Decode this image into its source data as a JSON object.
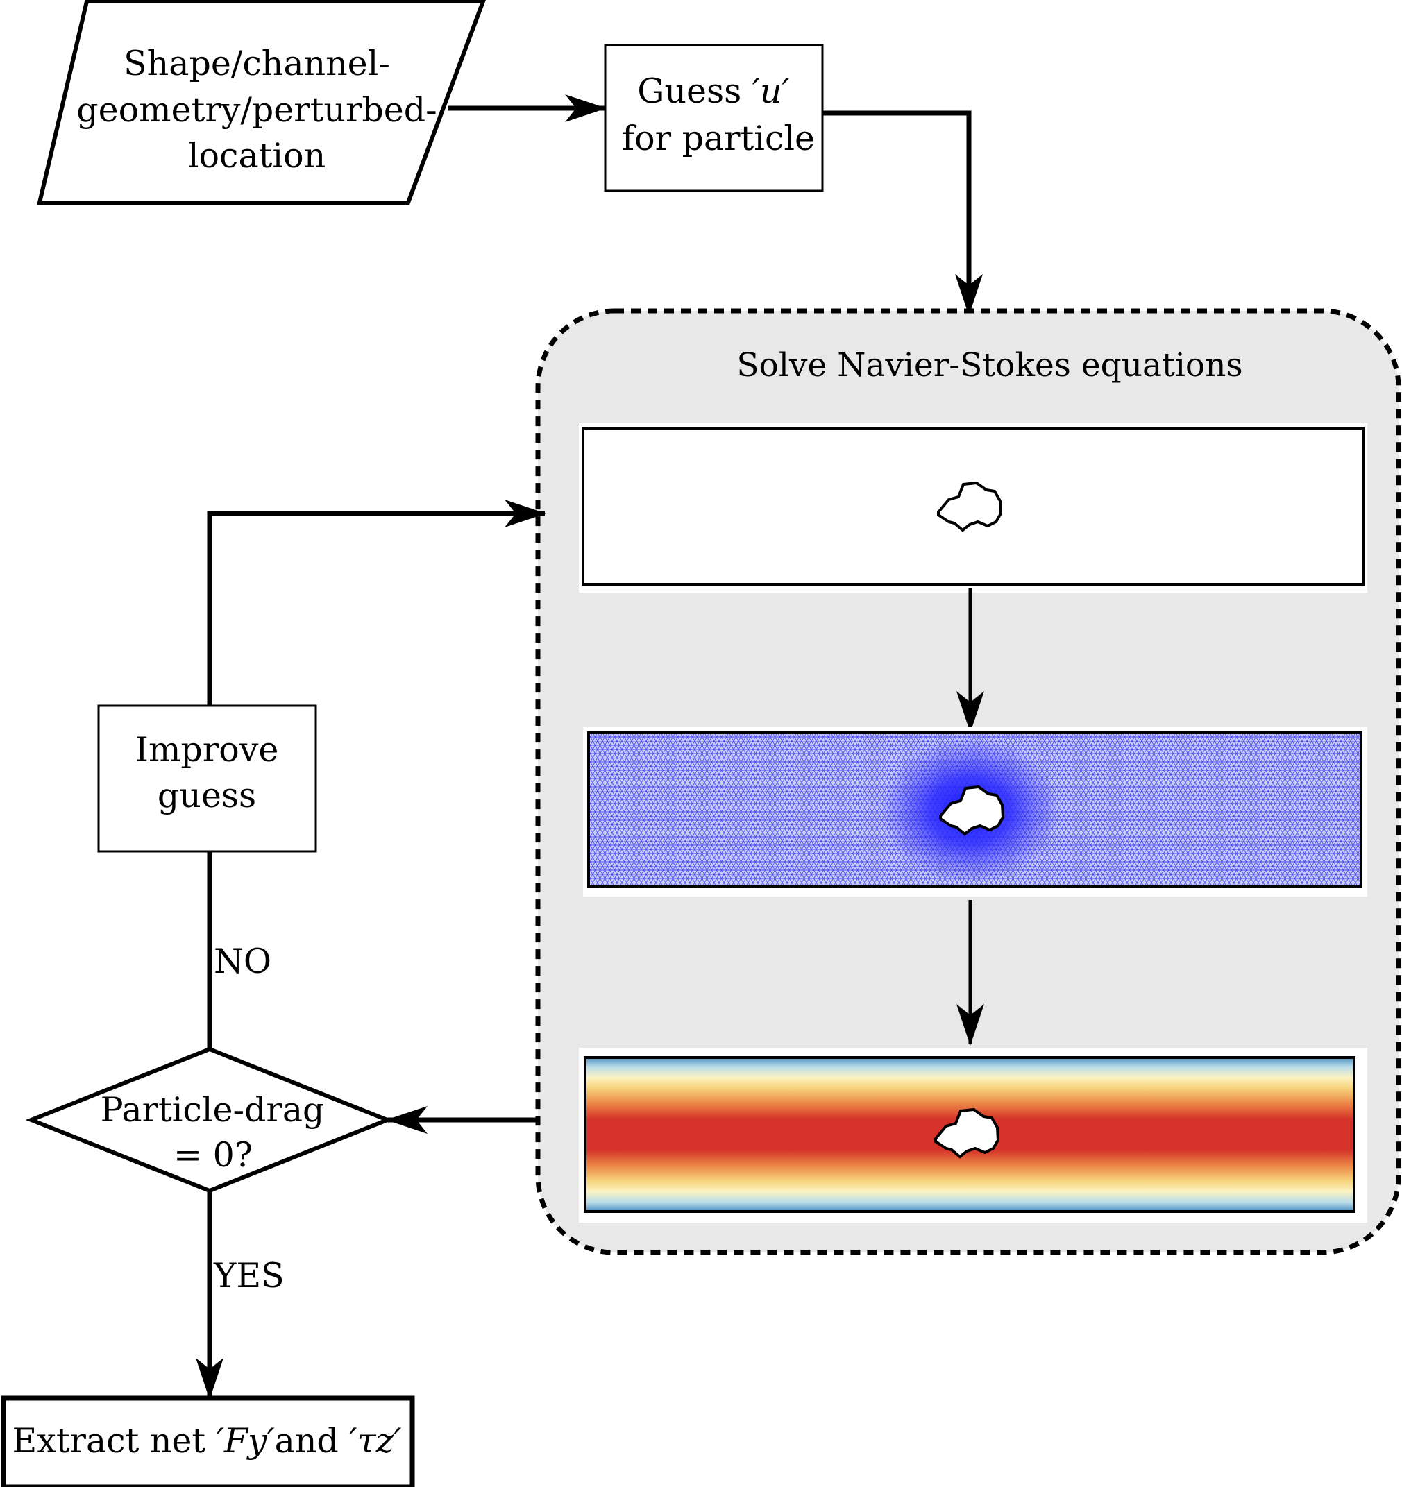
{
  "input": {
    "line1": "Shape/channel-",
    "line2": "geometry/perturbed-",
    "line3": "location"
  },
  "guess": {
    "line1_prefix": "Guess ",
    "line1_symbol": "′u′",
    "line2": "for particle"
  },
  "solver": {
    "title": "Solve Navier-Stokes equations"
  },
  "improve": {
    "line1": "Improve",
    "line2": "guess"
  },
  "decision": {
    "line1": "Particle-drag",
    "line2": "= 0?"
  },
  "labels": {
    "no": "NO",
    "yes": "YES"
  },
  "output": {
    "prefix": "Extract net ",
    "fy": "′Fy′",
    "and": "and ",
    "tau": "′τz′"
  },
  "colors": {
    "mesh": "#3a3af0",
    "flow_center": "#d6332a",
    "flow_edge": "#5a9ec9",
    "panel_bg": "#e8e8e8"
  }
}
